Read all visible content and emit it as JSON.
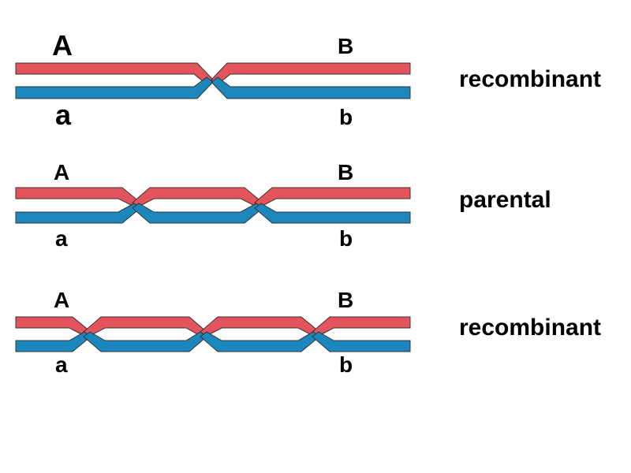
{
  "colors": {
    "strand_1": "#e3545c",
    "strand_2": "#1c87bd"
  },
  "panels": [
    {
      "crossovers": 1,
      "allele_1_left": "A",
      "allele_1_right": "B",
      "allele_2_left": "a",
      "allele_2_right": "b",
      "outcome": "recombinant"
    },
    {
      "crossovers": 2,
      "allele_1_left": "A",
      "allele_1_right": "B",
      "allele_2_left": "a",
      "allele_2_right": "b",
      "outcome": "parental"
    },
    {
      "crossovers": 3,
      "allele_1_left": "A",
      "allele_1_right": "B",
      "allele_2_left": "a",
      "allele_2_right": "b",
      "outcome": "recombinant"
    }
  ]
}
